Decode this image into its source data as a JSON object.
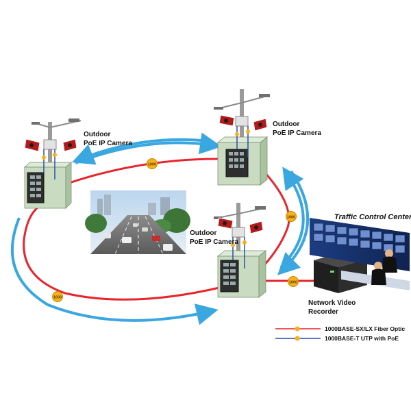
{
  "labels": {
    "camera_left": [
      "Outdoor",
      "PoE IP Camera"
    ],
    "camera_top_right": [
      "Outdoor",
      "PoE IP Camera"
    ],
    "camera_middle": [
      "Outdoor",
      "PoE IP Camera"
    ],
    "nvr": [
      "Network Video",
      "Recorder"
    ],
    "traffic_center": "Traffic Control Center"
  },
  "link_badges": [
    "1000",
    "1000",
    "1000",
    "1000"
  ],
  "legend": [
    {
      "text": "1000BASE-SX/LX Fiber Optic",
      "color": "#e8242c"
    },
    {
      "text": "1000BASE-T UTP with PoE",
      "color": "#2a4fa8"
    }
  ],
  "colors": {
    "fiber": "#e8242c",
    "arrow": "#3aa7e0",
    "cabinet": "#c9dcc2",
    "badge": "#f6b21a",
    "utp": "#2a4fa8"
  }
}
